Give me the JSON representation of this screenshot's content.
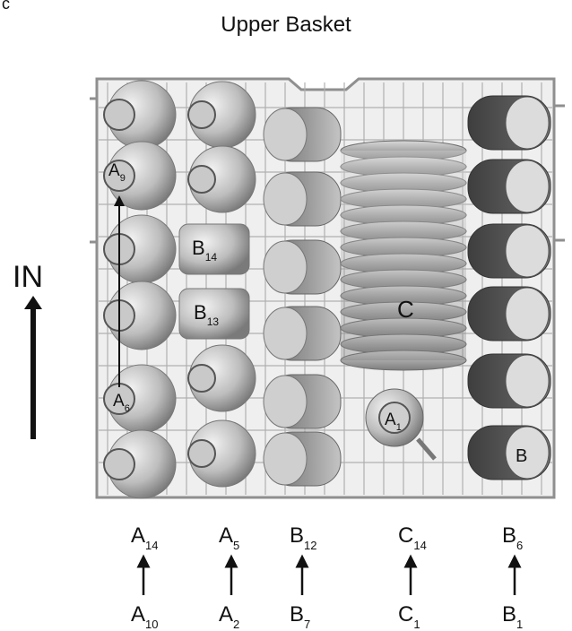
{
  "corner_letter": "c",
  "title": "Upper Basket",
  "direction_label": "IN",
  "inner_labels": [
    {
      "id": "A9",
      "letter": "A",
      "sub": "9"
    },
    {
      "id": "B14",
      "letter": "B",
      "sub": "14"
    },
    {
      "id": "B13",
      "letter": "B",
      "sub": "13"
    },
    {
      "id": "C",
      "letter": "C",
      "sub": ""
    },
    {
      "id": "A6",
      "letter": "A",
      "sub": "6"
    },
    {
      "id": "A1",
      "letter": "A",
      "sub": "1"
    },
    {
      "id": "B",
      "letter": "B",
      "sub": ""
    }
  ],
  "columns": [
    {
      "top": {
        "letter": "A",
        "sub": "14"
      },
      "bottom": {
        "letter": "A",
        "sub": "10"
      }
    },
    {
      "top": {
        "letter": "A",
        "sub": "5"
      },
      "bottom": {
        "letter": "A",
        "sub": "2"
      }
    },
    {
      "top": {
        "letter": "B",
        "sub": "12"
      },
      "bottom": {
        "letter": "B",
        "sub": "7"
      }
    },
    {
      "top": {
        "letter": "C",
        "sub": "14"
      },
      "bottom": {
        "letter": "C",
        "sub": "1"
      }
    },
    {
      "top": {
        "letter": "B",
        "sub": "6"
      },
      "bottom": {
        "letter": "B",
        "sub": "1"
      }
    }
  ],
  "colors": {
    "wire": "#9a9a9a",
    "cup_light": "#d4d4d4",
    "cup_dark": "#5a5a5a",
    "plate": "#b9b9b9"
  }
}
